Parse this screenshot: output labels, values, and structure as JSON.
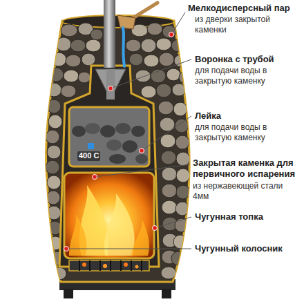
{
  "diagram": {
    "labels": [
      "Мелкодисперсный пар",
      "из дверки закрытой каменки",
      "Воронка с трубой",
      "для подачи воды в закрытую каменку",
      "Лейка",
      "для подачи воды в закрытую каменку",
      "Закрытая каменка для первичного испарения",
      "из нержавеющей стали 4мм",
      "Чугунная топка",
      "Чугунный колосник",
      "400 С"
    ]
  }
}
